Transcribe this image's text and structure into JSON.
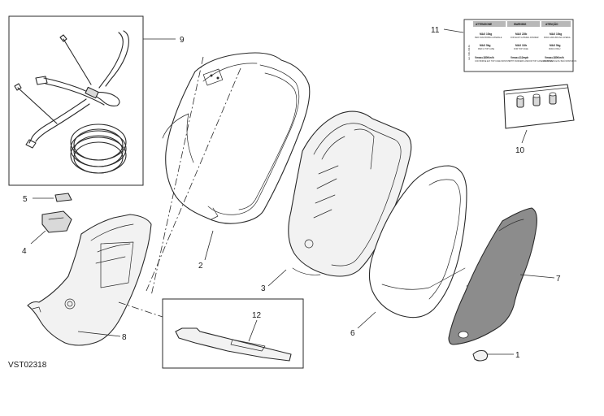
{
  "drawing_code": "VST02318",
  "callouts": [
    "1",
    "2",
    "3",
    "4",
    "5",
    "6",
    "7",
    "8",
    "9",
    "10",
    "11",
    "12"
  ],
  "warning_label": {
    "side_text": "cod. 4301.460.3A",
    "columns": [
      {
        "header": "ATTENZIONE",
        "max_main": "MAX 10kg",
        "main_sub": "PER OGNI BORSA LATERALE",
        "max_top": "MAX 5kg",
        "top_sub": "PER IL TOP CASE",
        "speed": "Vmax=180Km/h",
        "speed_sub": "CON BORSE E/O TOP CASE MONTATI"
      },
      {
        "header": "WARNING",
        "max_main": "MAX 22lb",
        "main_sub": "FOR EACH LATERAL PANNIER",
        "max_top": "MAX 11lb",
        "top_sub": "FOR TOP CASE",
        "speed": "Vmax=112mph",
        "speed_sub": "WITH PANNIERS AND/OR TOP CASE MOUNTED"
      },
      {
        "header": "ATENÇÃO",
        "max_main": "MAX 10kg",
        "main_sub": "PARA CADA BOLSA LATERAL",
        "max_top": "MAX 5kg",
        "top_sub": "PARA O BAÚ",
        "speed": "Vmax=180Km/h",
        "speed_sub": "COM BOLSAS E/OU BAÚ MONTADOS"
      }
    ]
  },
  "colors": {
    "accent_header": "#b8b8b8",
    "panel_fill": "#f2f2f2",
    "dark_fill": "#d9d9d9"
  }
}
